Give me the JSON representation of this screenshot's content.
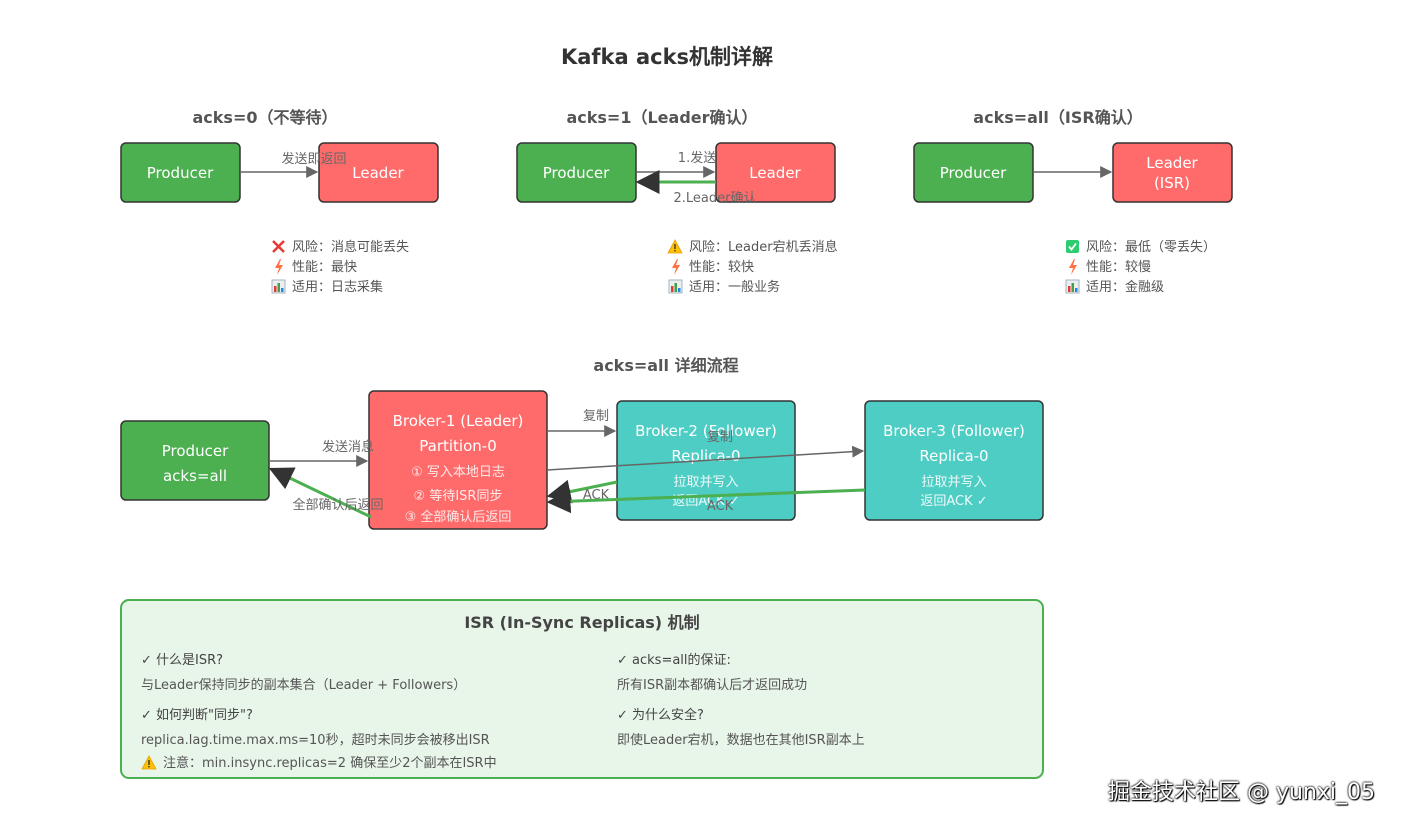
{
  "title": "Kafka acks机制详解",
  "colors": {
    "producer": "#4caf50",
    "leader": "#ff6b6b",
    "follower": "#4ecdc4",
    "isr_bg": "#e8f5e9",
    "isr_border": "#4caf50",
    "ack_line": "#4caf50",
    "arrow": "#666666"
  },
  "modes": [
    {
      "heading": "acks=0（不等待）",
      "producer": "Producer",
      "leader_lines": [
        "Leader"
      ],
      "send_label": "发送即返回",
      "ack_label": "",
      "notes": [
        {
          "icon": "cross-icon",
          "text": "风险：消息可能丢失"
        },
        {
          "icon": "lightning-icon",
          "text": "性能：最快"
        },
        {
          "icon": "bar-chart-icon",
          "text": "适用：日志采集"
        }
      ]
    },
    {
      "heading": "acks=1（Leader确认）",
      "producer": "Producer",
      "leader_lines": [
        "Leader"
      ],
      "send_label": "1.发送",
      "ack_label": "2.Leader确认",
      "notes": [
        {
          "icon": "warning-icon",
          "text": "风险：Leader宕机丢消息"
        },
        {
          "icon": "lightning-icon",
          "text": "性能：较快"
        },
        {
          "icon": "bar-chart-icon",
          "text": "适用：一般业务"
        }
      ]
    },
    {
      "heading": "acks=all（ISR确认）",
      "producer": "Producer",
      "leader_lines": [
        "Leader",
        "(ISR)"
      ],
      "send_label": "",
      "ack_label": "",
      "notes": [
        {
          "icon": "check-box-icon",
          "text": "风险：最低（零丢失）"
        },
        {
          "icon": "lightning-icon",
          "text": "性能：较慢"
        },
        {
          "icon": "bar-chart-icon",
          "text": "适用：金融级"
        }
      ]
    }
  ],
  "flow": {
    "heading": "acks=all 详细流程",
    "producer": [
      "Producer",
      "acks=all"
    ],
    "broker1": [
      "Broker-1 (Leader)",
      "Partition-0"
    ],
    "broker1_steps": [
      "① 写入本地日志",
      "② 等待ISR同步",
      "③ 全部确认后返回"
    ],
    "broker2": [
      "Broker-2 (Follower)",
      "Replica-0"
    ],
    "broker2_steps": [
      "拉取并写入",
      "返回ACK ✓"
    ],
    "broker3": [
      "Broker-3 (Follower)",
      "Replica-0"
    ],
    "broker3_steps": [
      "拉取并写入",
      "返回ACK ✓"
    ],
    "labels": {
      "send": "发送消息",
      "return_all": "全部确认后返回",
      "copy1": "复制",
      "copy2": "复制",
      "ack1": "ACK",
      "ack2": "ACK"
    }
  },
  "isr": {
    "title": "ISR (In-Sync Replicas) 机制",
    "items": [
      {
        "q": "✓ 什么是ISR?",
        "a": "与Leader保持同步的副本集合（Leader + Followers）"
      },
      {
        "q": "✓ acks=all的保证:",
        "a": "所有ISR副本都确认后才返回成功"
      },
      {
        "q": "✓ 如何判断\"同步\"?",
        "a": "replica.lag.time.max.ms=10秒，超时未同步会被移出ISR"
      },
      {
        "q": "✓ 为什么安全?",
        "a": "即使Leader宕机，数据也在其他ISR副本上"
      }
    ],
    "warning": "注意：min.insync.replicas=2 确保至少2个副本在ISR中"
  },
  "watermark": "掘金技术社区 @ yunxi_05"
}
